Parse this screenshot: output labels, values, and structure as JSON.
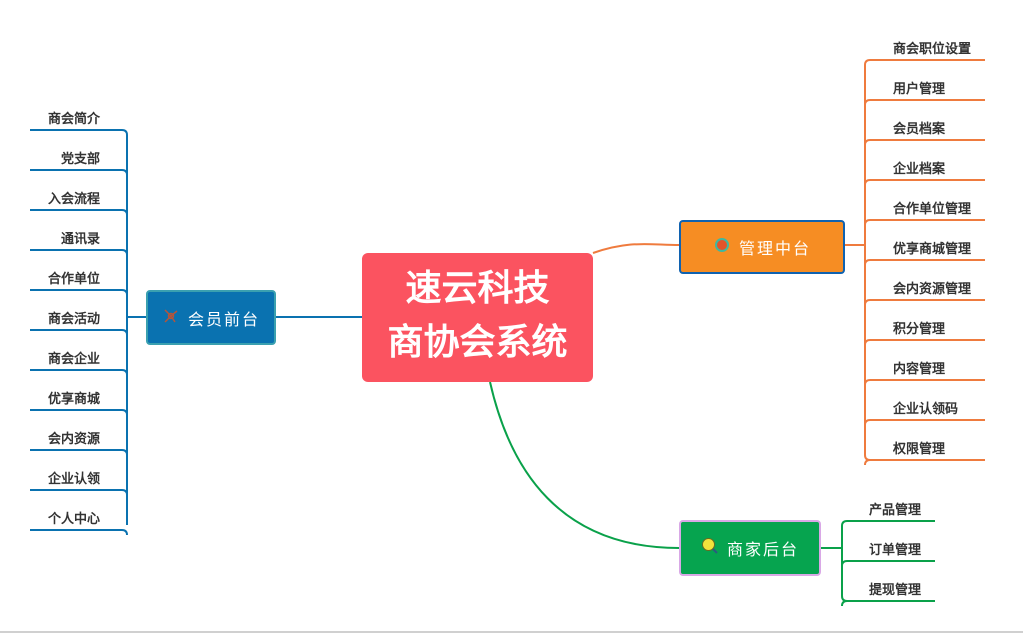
{
  "center": {
    "line1": "速云科技",
    "line2": "商协会系统",
    "color": "#fb5360"
  },
  "left_branch": {
    "label": "会员前台",
    "icon": "network-icon",
    "color": "#0a72b0",
    "items": [
      "商会简介",
      "党支部",
      "入会流程",
      "通讯录",
      "合作单位",
      "商会活动",
      "商会企业",
      "优享商城",
      "会内资源",
      "企业认领",
      "个人中心"
    ]
  },
  "right_branch": {
    "label": "管理中台",
    "icon": "refresh-icon",
    "color": "#f68d23",
    "items": [
      "商会职位设置",
      "用户管理",
      "会员档案",
      "企业档案",
      "合作单位管理",
      "优享商城管理",
      "会内资源管理",
      "积分管理",
      "内容管理",
      "企业认领码",
      "权限管理"
    ]
  },
  "merchant_branch": {
    "label": "商家后台",
    "icon": "magnifier-icon",
    "color": "#06a44f",
    "items": [
      "产品管理",
      "订单管理",
      "提现管理"
    ]
  }
}
